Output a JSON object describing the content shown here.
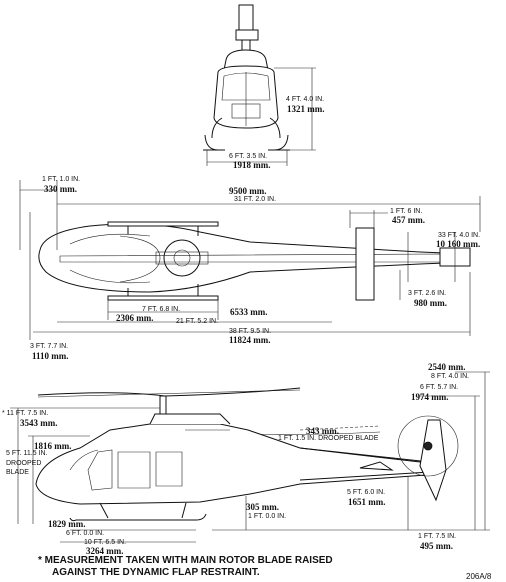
{
  "front": {
    "height_ft": "4 FT. 4.0 IN.",
    "height_mm": "1321 mm.",
    "skid_ft": "6 FT. 3.5 IN.",
    "skid_mm": "1918 mm."
  },
  "top": {
    "nose_ft": "1 FT. 1.0 IN.",
    "nose_mm": "330 mm.",
    "rotor_mm": "9500 mm.",
    "rotor_ft": "31 FT. 2.0 IN.",
    "stab_ft": "1 FT. 6 IN.",
    "stab_mm": "457 mm.",
    "tailrotor_ft": "33 FT. 4.0 IN.",
    "tailrotor_mm": "10 160 mm.",
    "fin_ft": "3 FT. 2.6 IN.",
    "fin_mm": "980 mm.",
    "skid_ft": "7 FT. 6.8 IN.",
    "skid_mm": "2306 mm.",
    "fuselage_mm": "6533 mm.",
    "fuselage_ft": "21 FT. 5.2 IN.",
    "overall_ft": "38 FT. 9.5 IN.",
    "overall_mm": "11824 mm.",
    "tip_ft": "3 FT. 7.7 IN.",
    "tip_mm": "1110 mm."
  },
  "side": {
    "mast_ft": "* 11 FT. 7.5 IN.",
    "mast_mm": "3543 mm.",
    "cabin_mm": "1816 mm.",
    "cabin_ft": "5 FT. 11.5 IN.",
    "drooped_label": "DROOPED",
    "blade_label": "BLADE",
    "droop_mm": "343 mm.",
    "droop_ft": "1 FT. 1.5 IN. DROOPED BLADE",
    "tail_mm": "2540 mm.",
    "tail_ft": "8 FT. 4.0 IN.",
    "tr_ft": "6 FT. 5.7 IN.",
    "tr_mm": "1974 mm.",
    "stab_ft": "5 FT. 6.0 IN.",
    "stab_mm": "1651 mm.",
    "ground_mm": "305 mm.",
    "ground_ft": "1 FT. 0.0 IN.",
    "skidlen_mm": "1829 mm.",
    "skidlen_ft": "6 FT. 0.0 IN.",
    "gear_ft": "10 FT. 6.5 IN.",
    "gear_mm": "3264 mm.",
    "tailskid_ft": "1 FT. 7.5 IN.",
    "tailskid_mm": "495 mm."
  },
  "footnote": {
    "line1": "* MEASUREMENT TAKEN WITH MAIN ROTOR BLADE RAISED",
    "line2": "AGAINST THE DYNAMIC FLAP RESTRAINT."
  },
  "figure_ref": "206A/8"
}
